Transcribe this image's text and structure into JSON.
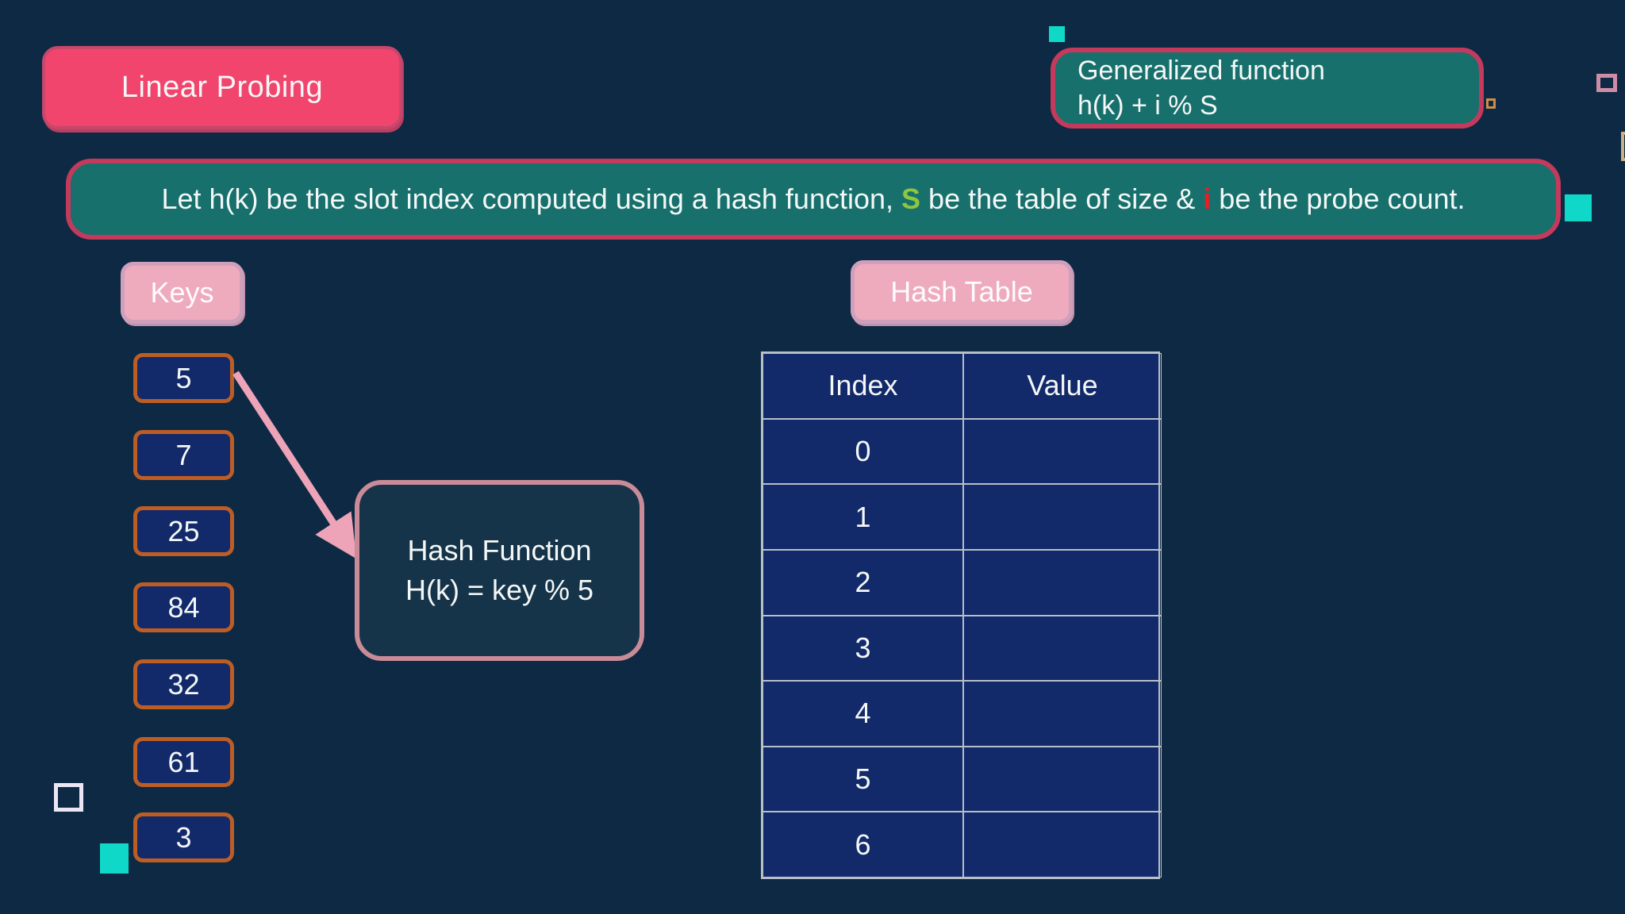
{
  "title": {
    "label": "Linear Probing"
  },
  "generalized_function": {
    "line1": "Generalized function",
    "line2": "h(k) + i % S"
  },
  "description": {
    "pre": "Let h(k) be the slot index computed using a hash function, ",
    "s_var": "S",
    "mid": " be the table of size & ",
    "i_var": "i",
    "post": " be the probe count."
  },
  "keys_section": {
    "label": "Keys",
    "keys": [
      "5",
      "7",
      "25",
      "84",
      "32",
      "61",
      "3"
    ]
  },
  "hash_function": {
    "line1": "Hash Function",
    "line2": "H(k) = key % 5"
  },
  "hash_table_section": {
    "label": "Hash Table",
    "headers": [
      "Index",
      "Value"
    ],
    "rows": [
      {
        "index": "0",
        "value": ""
      },
      {
        "index": "1",
        "value": ""
      },
      {
        "index": "2",
        "value": ""
      },
      {
        "index": "3",
        "value": ""
      },
      {
        "index": "4",
        "value": ""
      },
      {
        "index": "5",
        "value": ""
      },
      {
        "index": "6",
        "value": ""
      }
    ]
  },
  "colors": {
    "background": "#0e2943",
    "title_fill": "#f2456e",
    "teal_box_fill": "#17706c",
    "crimson_border": "#c43a5c",
    "pink_label_fill": "#efabbe",
    "key_fill": "#12296a",
    "key_border_orange": "#bc5d26",
    "hash_fn_fill": "#163449",
    "hash_fn_border": "#c98b98",
    "table_fill": "#12296a",
    "table_border": "#b7bfc7",
    "s_var_green": "#8dc63f",
    "i_var_red": "#ed1c24",
    "arrow_pink": "#eda3b8",
    "deco_teal": "#10d8c9"
  }
}
